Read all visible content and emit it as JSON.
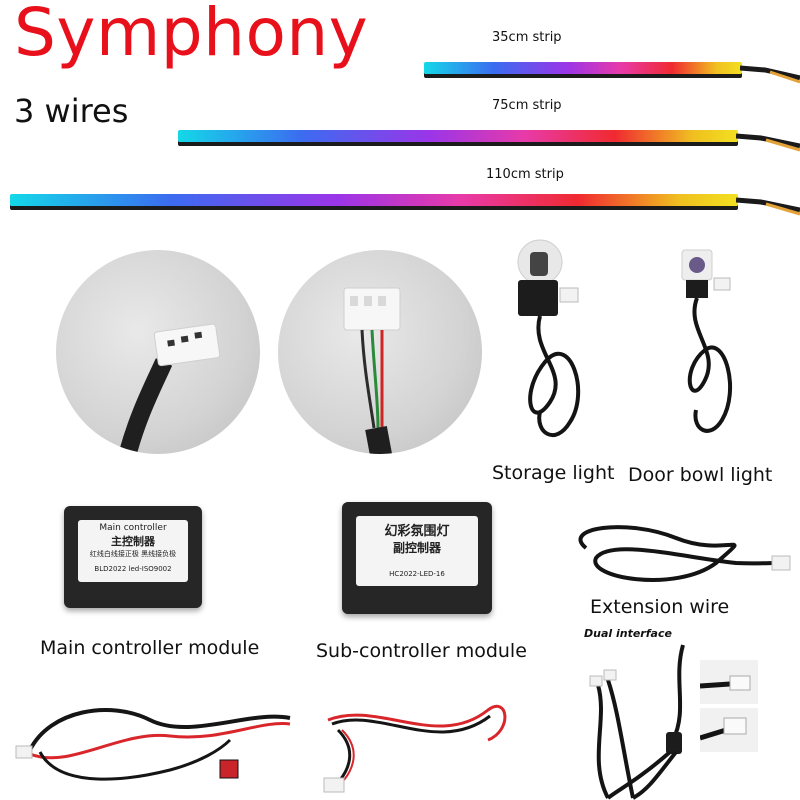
{
  "header": {
    "title": "Symphony",
    "subtitle": "3 wires"
  },
  "strips": [
    {
      "label": "35cm strip"
    },
    {
      "label": "75cm strip"
    },
    {
      "label": "110cm strip"
    }
  ],
  "lights": {
    "storage_label": "Storage light",
    "door_bowl_label": "Door bowl light"
  },
  "modules": {
    "main_caption": "Main controller module",
    "main_sticker_title": "Main controller",
    "main_sticker_cn": "主控制器",
    "main_sticker_line2": "红线白线接正极 黑线接负极",
    "main_sticker_code": "BLD2022 led-ISO9002",
    "sub_caption": "Sub-controller module",
    "sub_sticker_cn1": "幻彩氛围灯",
    "sub_sticker_cn2": "副控制器",
    "sub_sticker_code": "HC2022-LED-16"
  },
  "extension": {
    "caption": "Extension wire",
    "dual_label": "Dual interface"
  },
  "colors": {
    "title_red": "#e8101a",
    "wire_red": "#d8262b",
    "wire_black": "#151515"
  }
}
